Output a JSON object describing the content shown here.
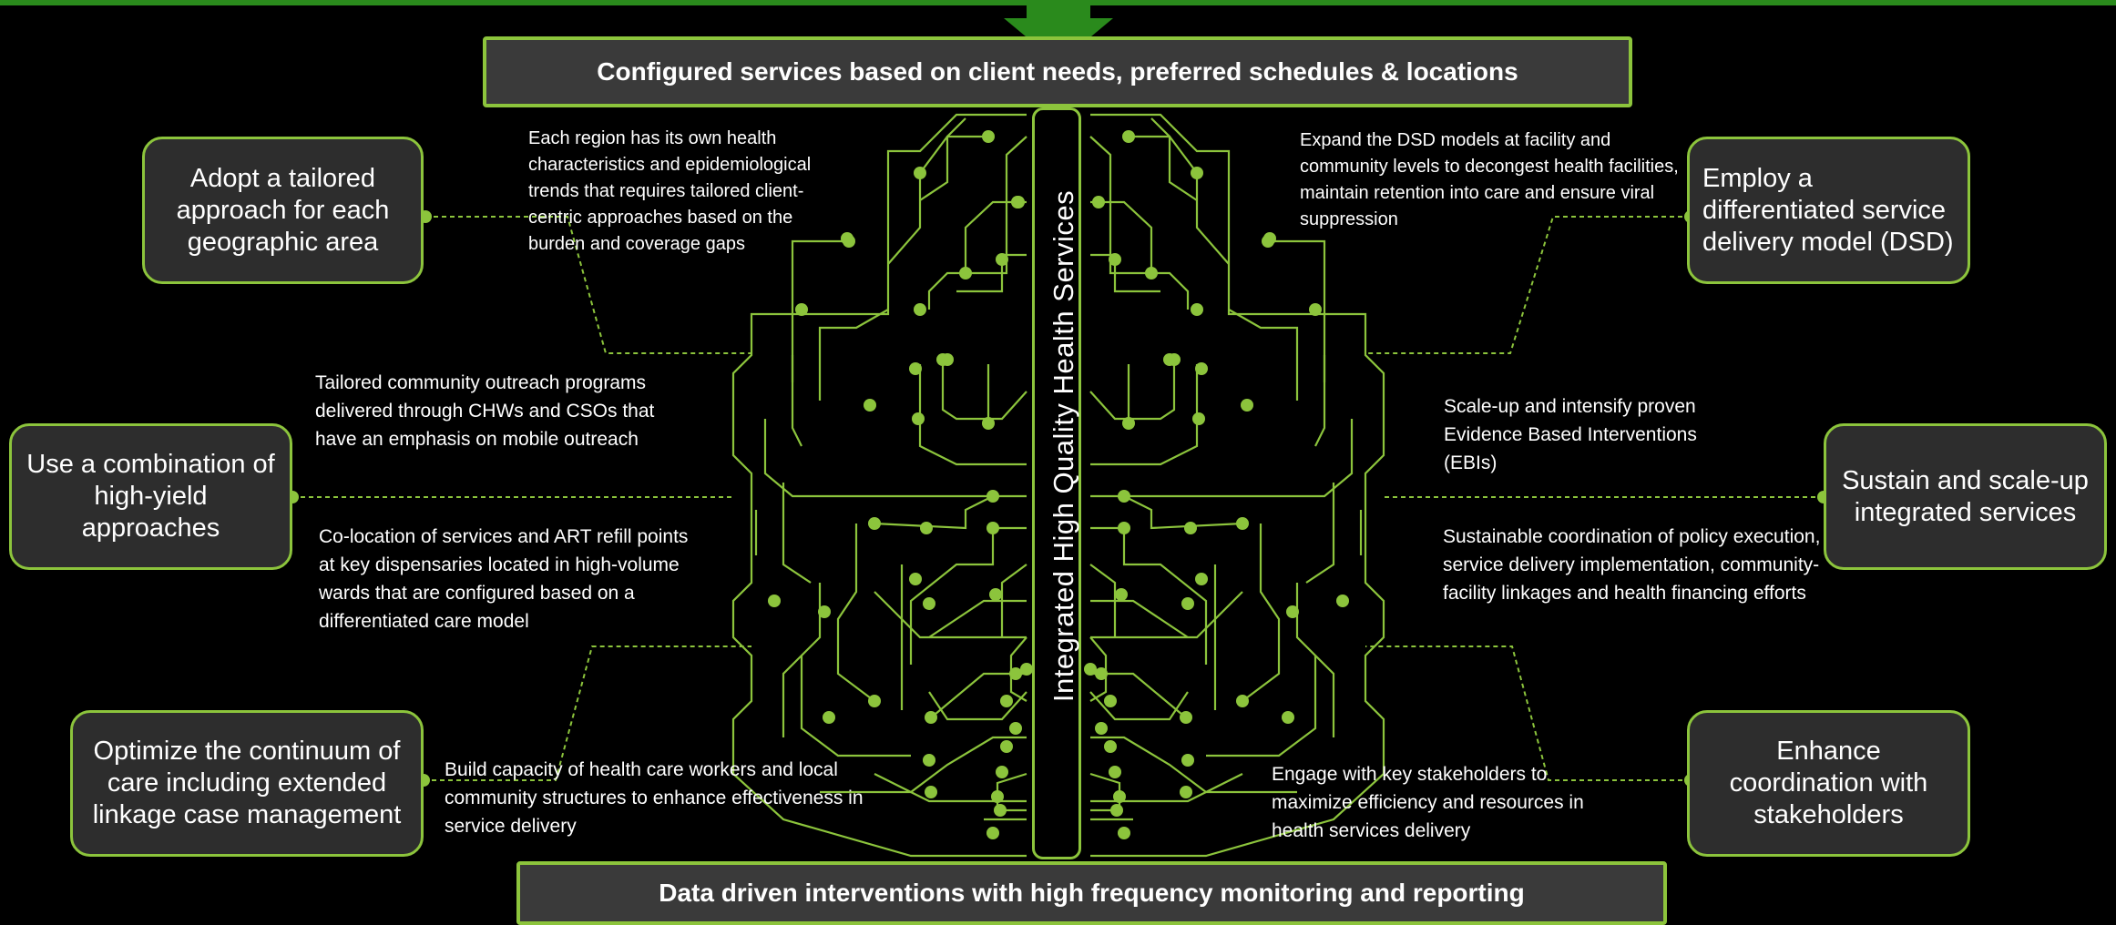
{
  "top_banner": "Configured services based on client needs, preferred schedules & locations",
  "bottom_banner": "Data driven interventions with high frequency monitoring and reporting",
  "center_label": "Integrated High Quality Health Services",
  "left": [
    {
      "title": "Adopt a tailored approach for each geographic area",
      "desc": "Each region has its own health characteristics and epidemiological trends that requires tailored client-centric approaches based on the burden and coverage gaps"
    },
    {
      "title": "Use a combination of high-yield approaches",
      "desc": "Tailored community outreach programs delivered through CHWs and CSOs that have an emphasis on mobile outreach",
      "desc2": "Co-location of services and ART refill points at key dispensaries located in high-volume wards that are configured based on a differentiated care model"
    },
    {
      "title": "Optimize the continuum of care including extended linkage case management",
      "desc": "Build capacity of  health care workers and local community structures to enhance effectiveness in service delivery"
    }
  ],
  "right": [
    {
      "title": "Employ a differentiated service delivery model (DSD)",
      "desc": "Expand the DSD models at facility and community levels to decongest health facilities, maintain retention into care and ensure viral suppression"
    },
    {
      "title": "Sustain and scale-up integrated services",
      "desc": "Scale-up and intensify proven Evidence Based Interventions (EBIs)",
      "desc2": "Sustainable coordination of policy execution, service delivery implementation, community-facility linkages and health financing efforts"
    },
    {
      "title": "Enhance coordination with stakeholders",
      "desc": "Engage with key stakeholders to maximize efficiency and resources in health services delivery"
    }
  ],
  "colors": {
    "accent": "#8cc43c",
    "dark_green": "#2a8a1c",
    "box_fill": "#2d2d2d",
    "background": "#000000"
  }
}
